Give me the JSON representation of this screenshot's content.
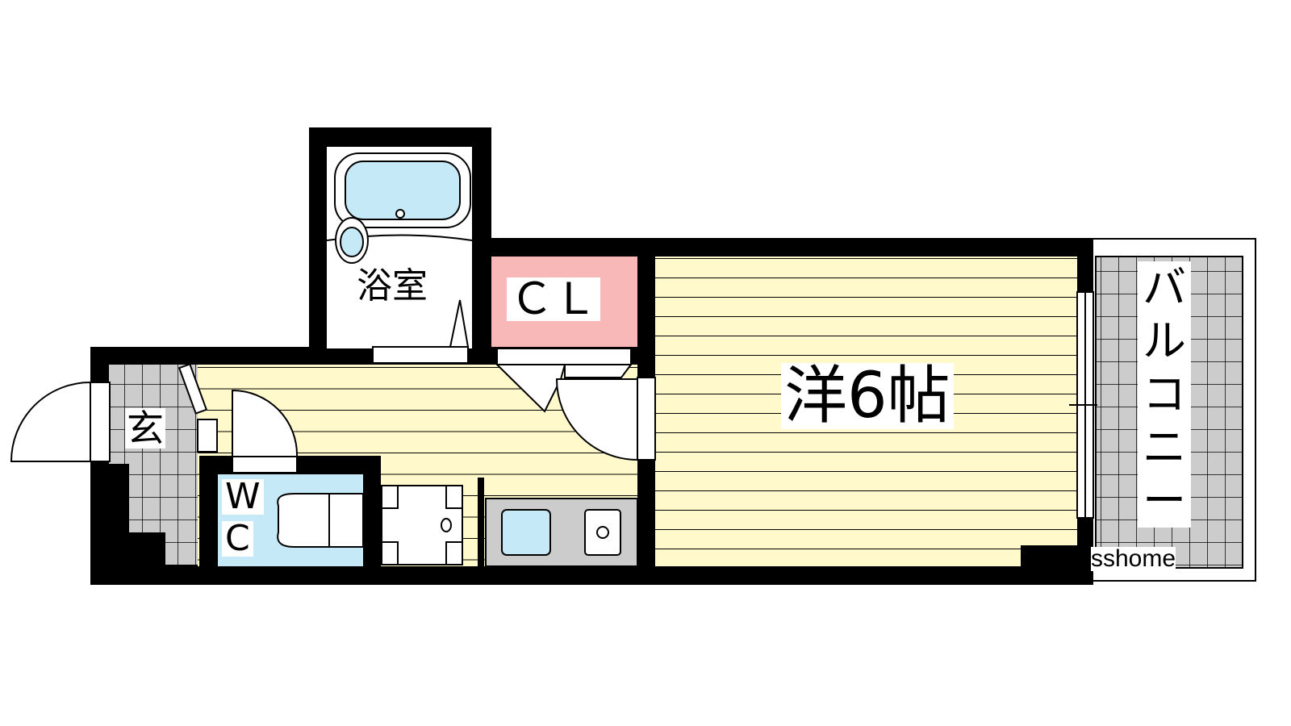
{
  "rooms": {
    "bath": "浴室",
    "closet": "ＣＬ",
    "western_room": "洋6帖",
    "entrance": "玄",
    "toilet_w": "W",
    "toilet_c": "C",
    "balcony": [
      "バ",
      "ル",
      "コ",
      "ニ",
      "ー"
    ]
  },
  "watermark": "sshome",
  "colors": {
    "wall": "#000000",
    "floor": "#fff9cc",
    "tile": "#cccccc",
    "water": "#c6e9f8",
    "closet": "#f9b8b8"
  }
}
